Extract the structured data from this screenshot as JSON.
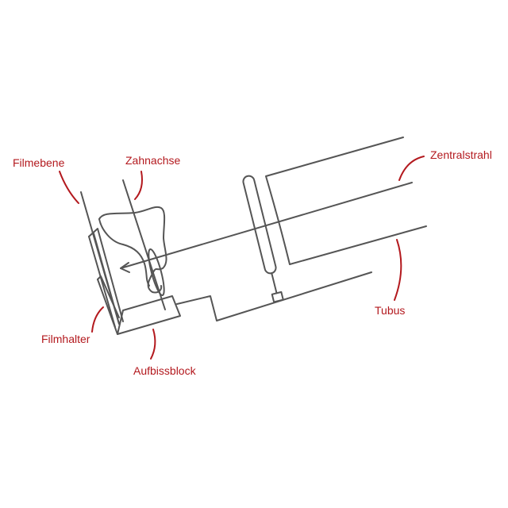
{
  "labels": {
    "film_plane": "Filmebene",
    "tooth_axis": "Zahnachse",
    "central_ray": "Zentralstrahl",
    "tube": "Tubus",
    "film_holder": "Filmhalter",
    "bite_block": "Aufbissblock"
  },
  "colors": {
    "line": "#555555",
    "label": "#b3191e"
  }
}
